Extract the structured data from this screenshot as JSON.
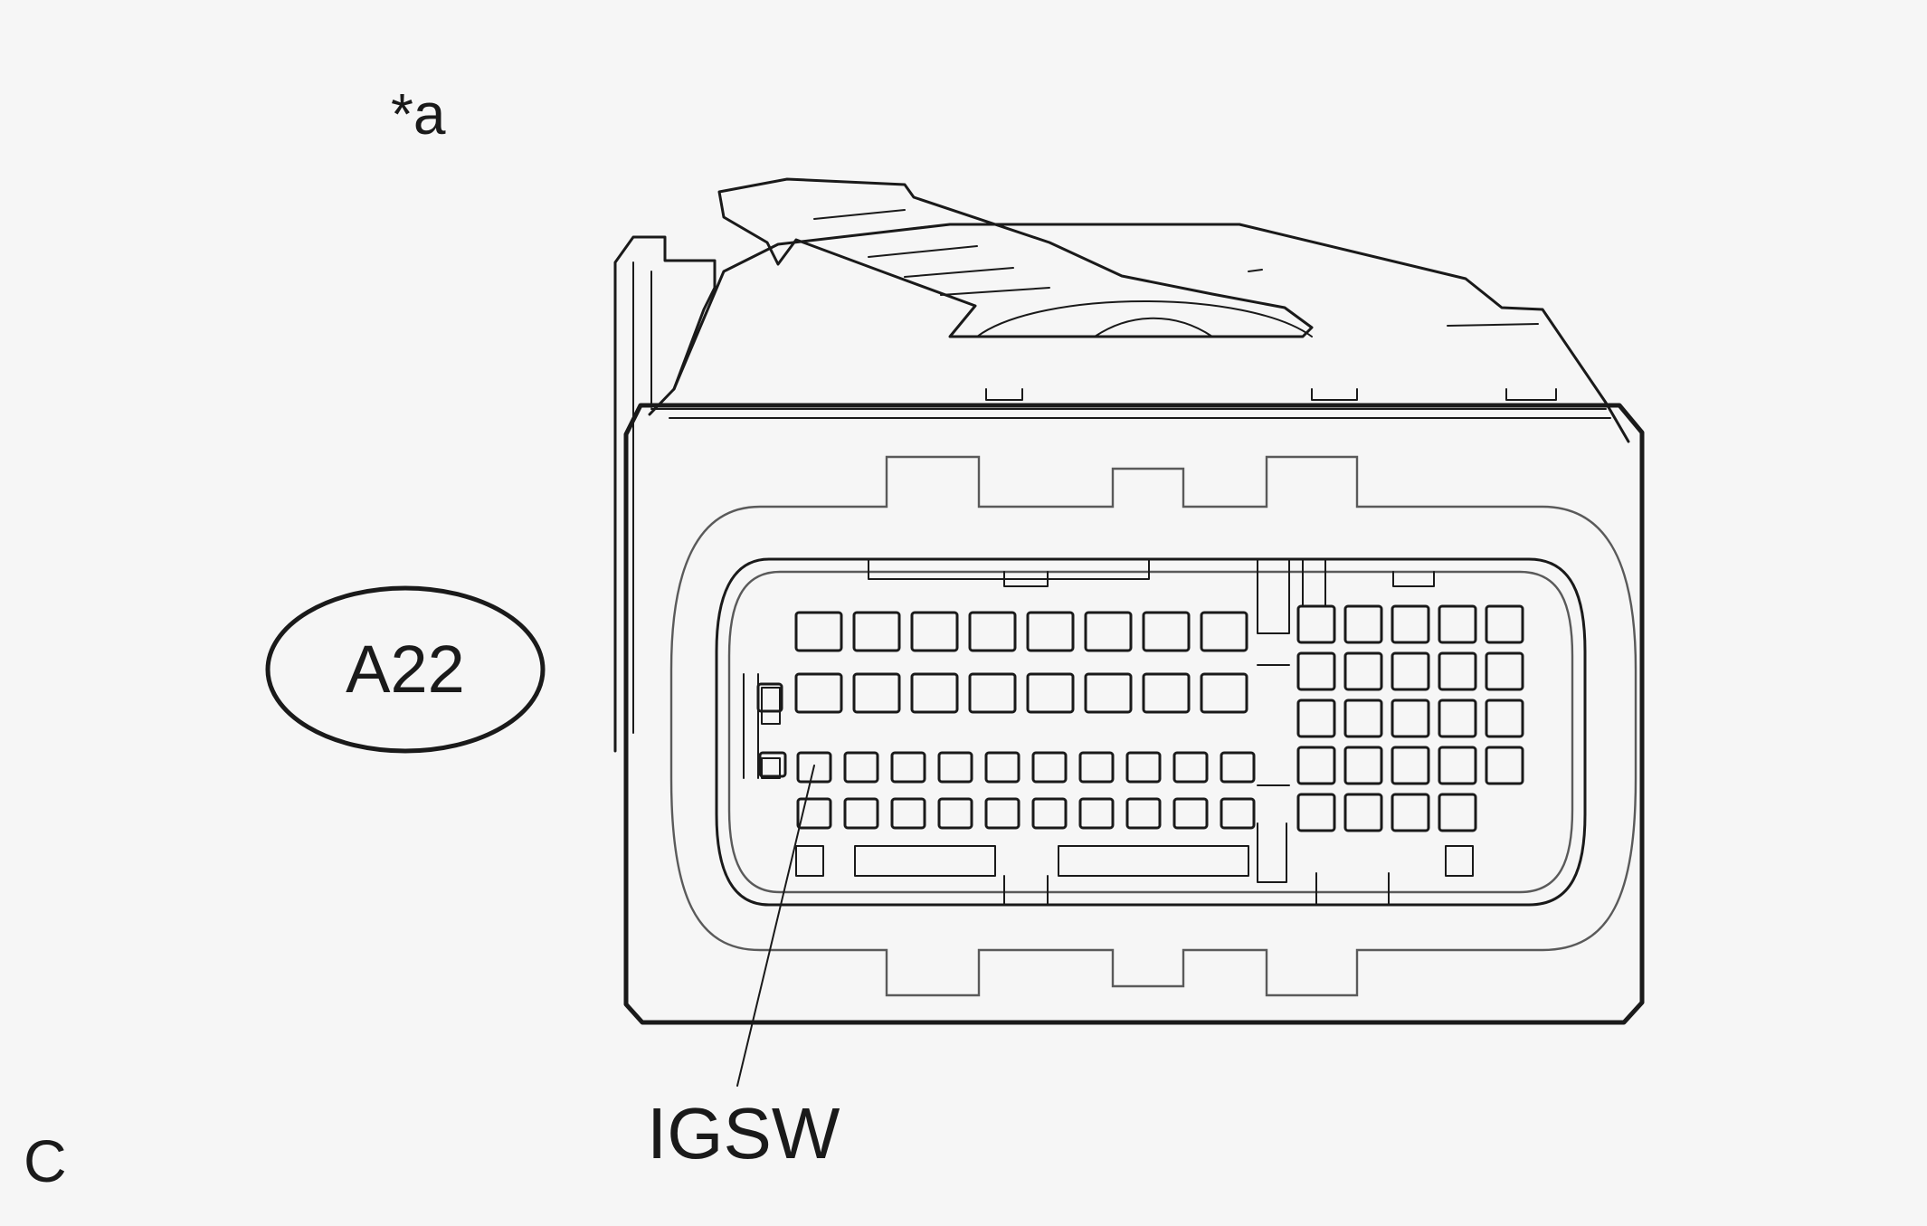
{
  "view_marker": "*a",
  "connector_id": "A22",
  "terminal_label": "IGSW",
  "figure_code": "C",
  "connector_rows": [
    8,
    8,
    10,
    10
  ],
  "connector_grid_rows": [
    5,
    5,
    5,
    5,
    4
  ],
  "leader_row": 2,
  "leader_col": 0
}
